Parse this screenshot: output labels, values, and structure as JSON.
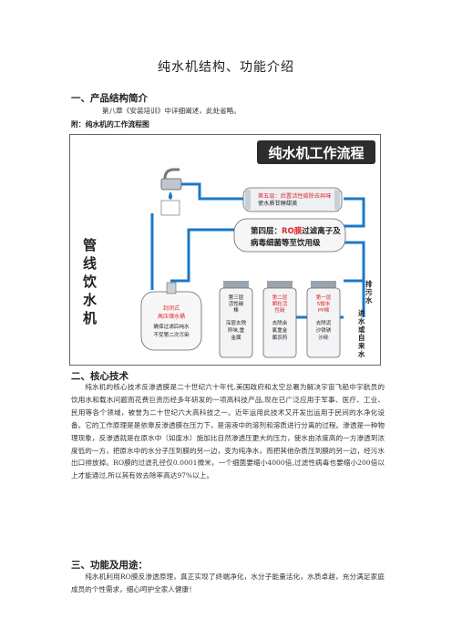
{
  "doc": {
    "title": "纯水机结构、功能介绍",
    "sec1": {
      "heading": "一、产品结构简介",
      "text": "第八章《安装培训》中详细阐述，此处省略。",
      "sub": "附：纯水机的工作流程图"
    },
    "sec2": {
      "heading": "二、核心技术",
      "text": "纯水机的核心技术反渗透膜是二十世纪六十年代,美国政府和太空总署为解决宇宙飞船中宇航员的饮用水和载水问题而花费巨资历经多年研发的一项高科技产品,现在已广泛应用于军事、医疗、工业、民用等各个领域，被誉为二十世纪六大高科技之一。近年运用此技术又开发出运用于民间的水净化设备。它的工作原理是是依靠反渗透膜在压力下，是溶液中的溶剂和溶质进行分离的过程。渗透是一种物理现象，反渗透就是在原水中（如废水）施加比自然渗透压更大的压力，使水由浓度高的一方渗透到浓度低的一方，把原水中的水分子压到膜的另一边，变为纯净水，而把其他杂质压到膜的另一边，经污水出口排放掉。RO膜的过滤孔径仅0.0001微米，一个细菌要缩小4000倍,过滤性病毒也要缩小200倍以上才能通过,所以其有效去除率高达97%以上。"
    },
    "sec3": {
      "heading": "三、功能及用途：",
      "text": "纯水机利用RO膜反渗透原理，真正实现了终端净化，水分子能量活化，水质卓越，充分满足家庭成员的个性需求，细心呵护全家人健康！"
    }
  },
  "diagram": {
    "banner": "纯水机工作流程",
    "stage5": "第五层：后置活性碳除去异味使水质甘醇甜美",
    "stage4_a": "第四层：",
    "stage4_ro": "RO膜",
    "stage4_b": "过滤离子及",
    "stage4_c": "病毒细菌等至饮用级",
    "pipe_label": "管线饮水机",
    "tank_a": "封闭式",
    "tank_b": "高压储水桶",
    "tank_c": "确保过滤后纯水",
    "tank_d": "不受第二次污染",
    "f3_title": "第三层活性碳棒",
    "f3_desc": "深层去除异味,重金属",
    "f2_title": "第二层颗粒活性碳",
    "f2_desc": "去除余氯重金属农药",
    "f1_title": "第一层5微米PP棉",
    "f1_desc": "去除泥沙铁锈沙砾",
    "drain": "排污水",
    "inlet": "进水或自来水",
    "colors": {
      "pipe": "#1b78c8",
      "red": "#e0292e",
      "banner_bg": "#2d2d2d"
    }
  }
}
